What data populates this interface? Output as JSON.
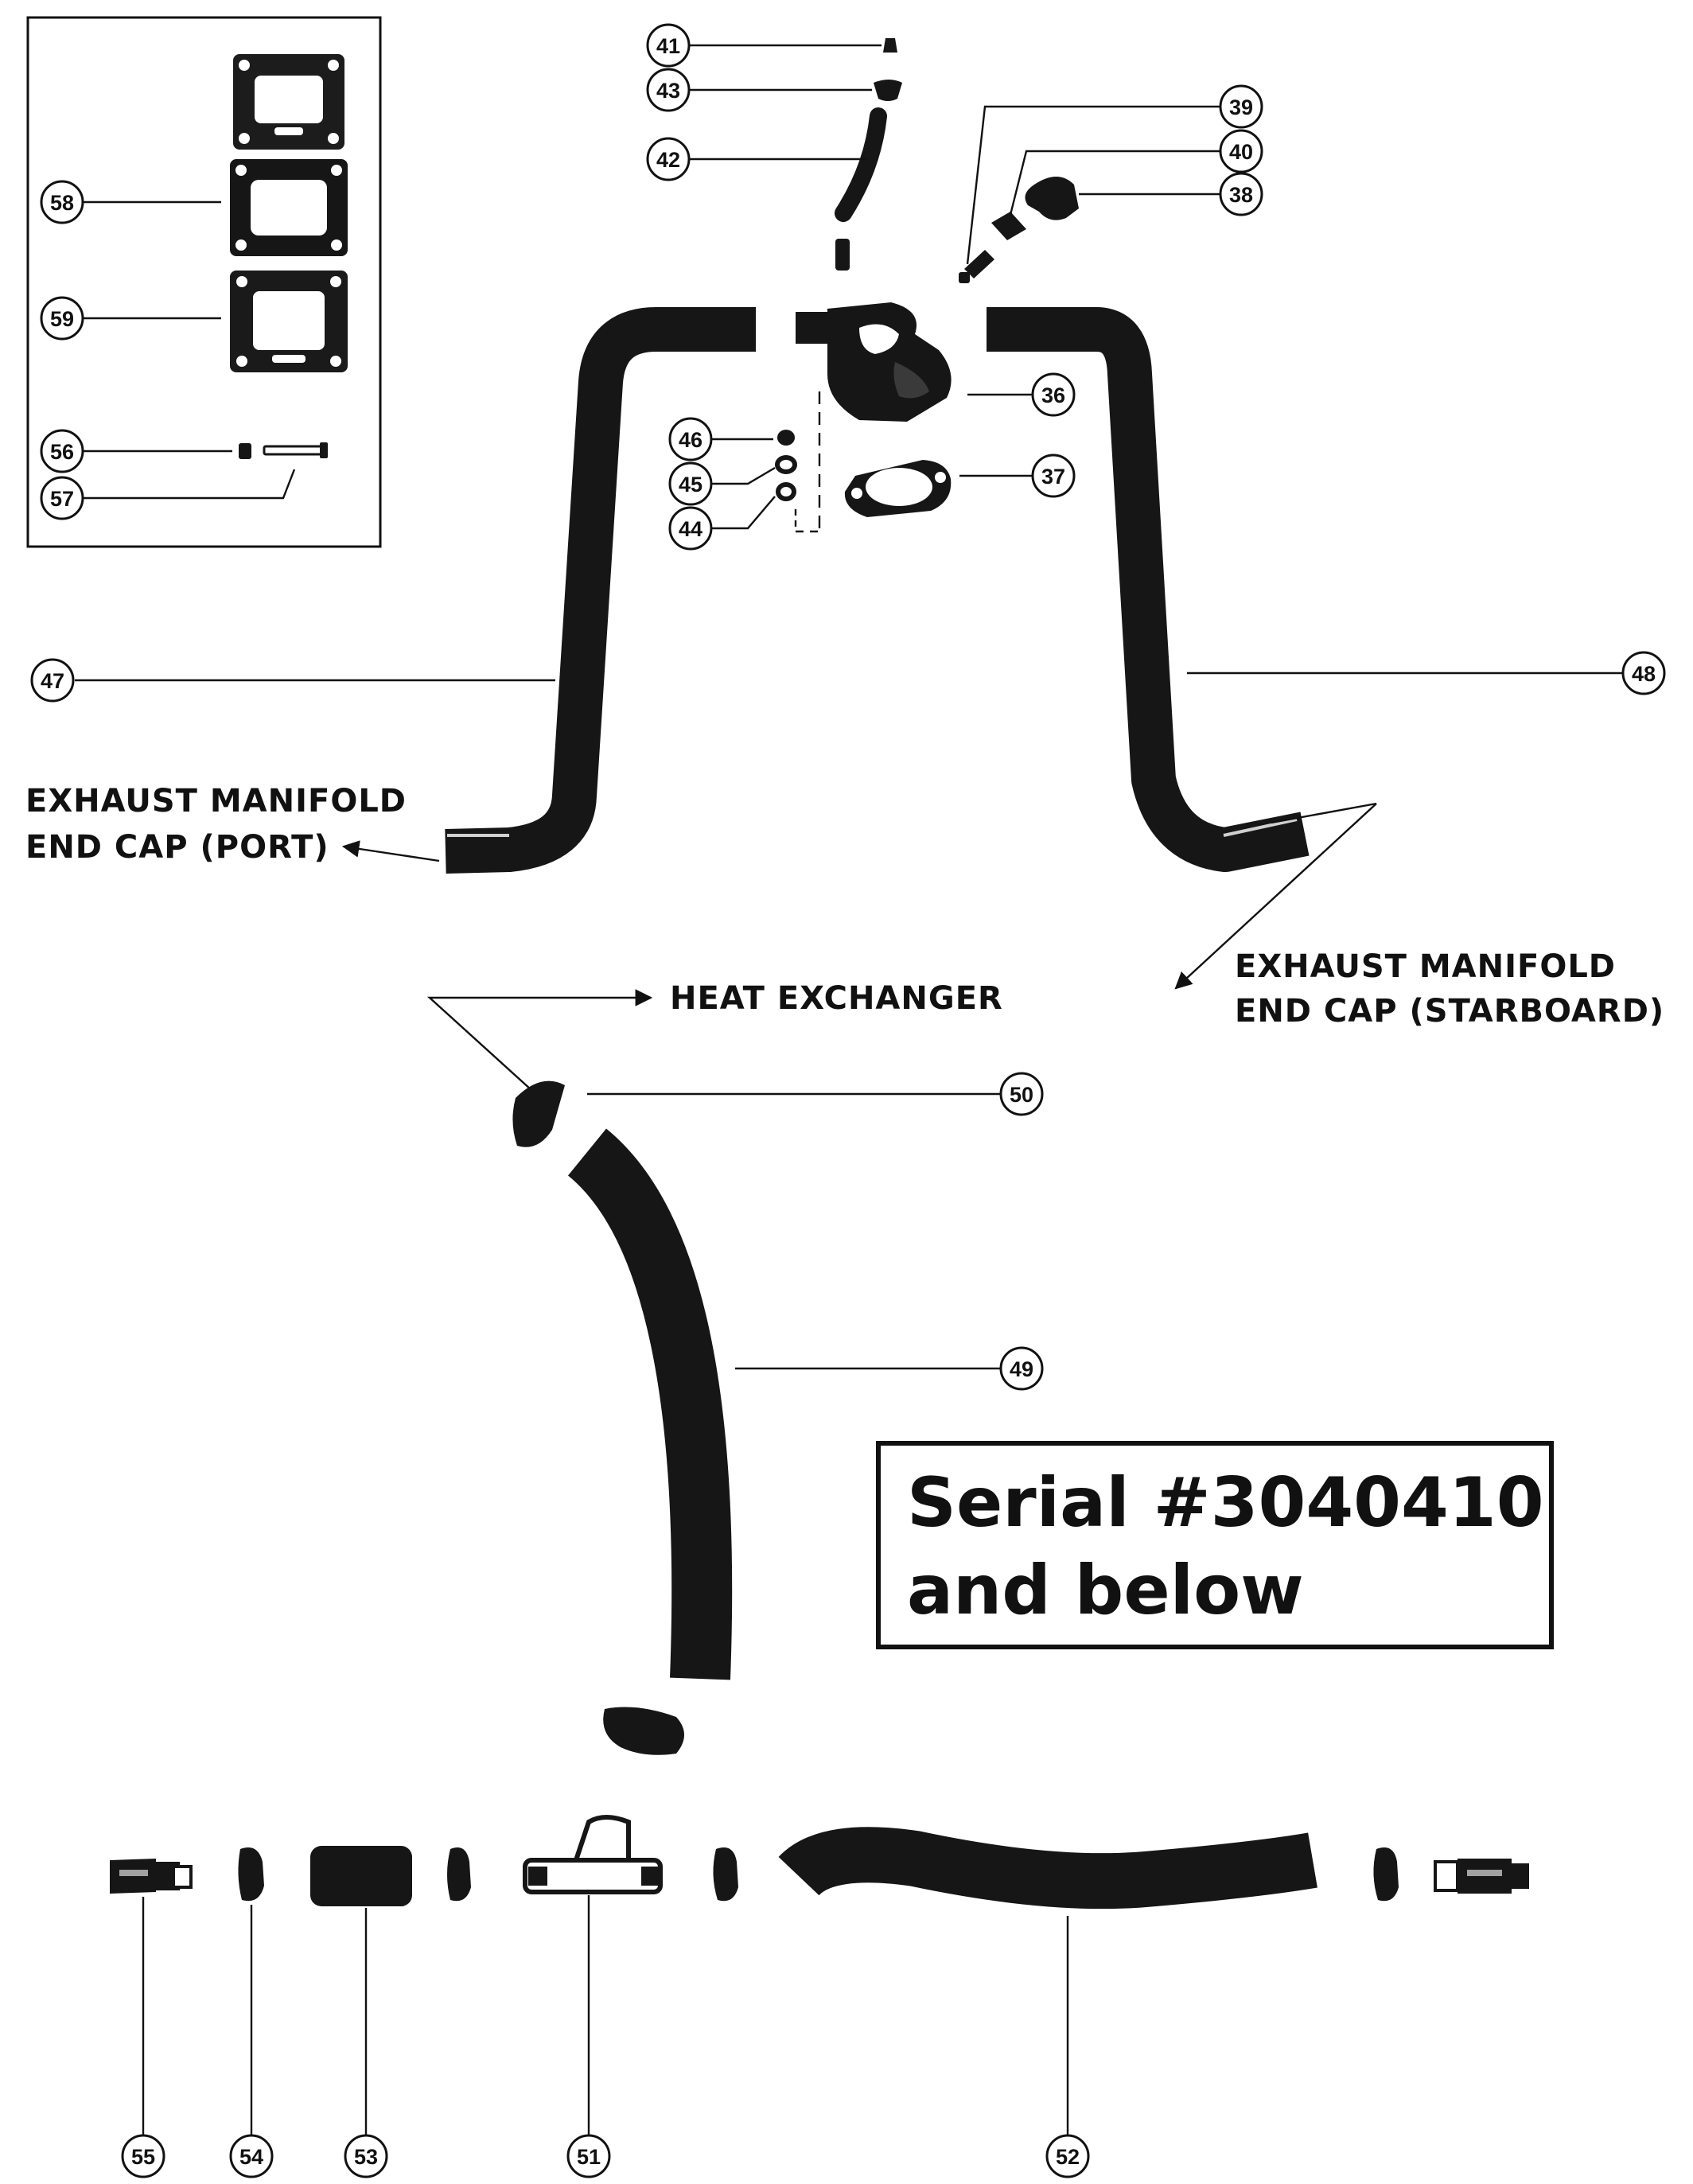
{
  "colors": {
    "ink": "#111111",
    "part": "#161616",
    "paper": "#ffffff"
  },
  "callouts": {
    "c36": "36",
    "c37": "37",
    "c38": "38",
    "c39": "39",
    "c40": "40",
    "c41": "41",
    "c42": "42",
    "c43": "43",
    "c44": "44",
    "c45": "45",
    "c46": "46",
    "c47": "47",
    "c48": "48",
    "c49": "49",
    "c50": "50",
    "c51": "51",
    "c52": "52",
    "c53": "53",
    "c54": "54",
    "c55": "55",
    "c56": "56",
    "c57": "57",
    "c58": "58",
    "c59": "59"
  },
  "labels": {
    "port_line1": "EXHAUST MANIFOLD",
    "port_line2": "END CAP (PORT)",
    "starboard_line1": "EXHAUST MANIFOLD",
    "starboard_line2": "END CAP (STARBOARD)",
    "heat_exchanger": "HEAT EXCHANGER"
  },
  "serial_box": {
    "line1": "Serial #3040410",
    "line2": "and below"
  }
}
